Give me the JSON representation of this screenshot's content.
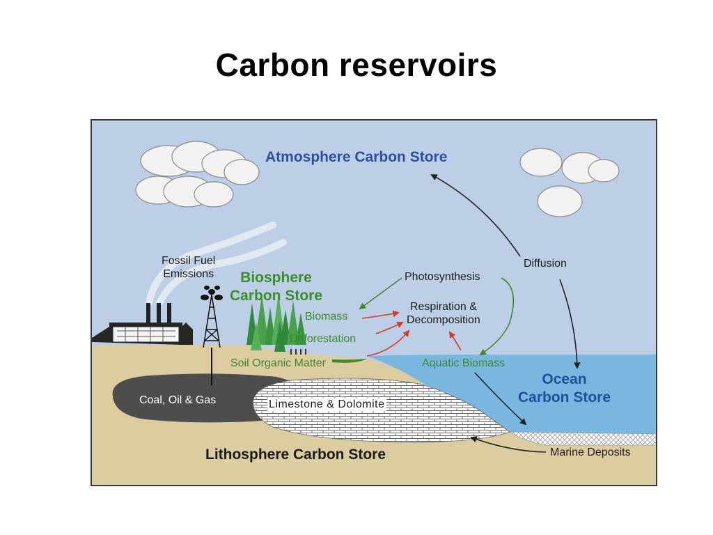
{
  "slide": {
    "title": "Carbon reservoirs"
  },
  "diagram": {
    "stores": {
      "atmosphere": "Atmosphere Carbon Store",
      "biosphere_line1": "Biosphere",
      "biosphere_line2": "Carbon Store",
      "ocean_line1": "Ocean",
      "ocean_line2": "Carbon Store",
      "lithosphere": "Lithosphere Carbon Store"
    },
    "processes": {
      "fossil_fuel_line1": "Fossil Fuel",
      "fossil_fuel_line2": "Emissions",
      "photosynthesis": "Photosynthesis",
      "diffusion": "Diffusion",
      "respiration_line1": "Respiration &",
      "respiration_line2": "Decomposition",
      "marine_deposits": "Marine Deposits"
    },
    "components": {
      "biomass": "Biomass",
      "deforestation": "Deforestation",
      "soil_organic_matter": "Soil Organic Matter",
      "aquatic_biomass": "Aquatic Biomass",
      "coal_oil_gas": "Coal, Oil & Gas",
      "limestone_dolomite": "Limestone & Dolomite"
    },
    "colors": {
      "sky": "#bccfe6",
      "ocean": "#79b7e0",
      "land": "#dccda0",
      "fossil": "#4d4d4d",
      "tree": "#4aa14a",
      "green_arrow": "#3f8a2c",
      "red_arrow": "#d63b2a",
      "black_arrow": "#222222"
    }
  }
}
